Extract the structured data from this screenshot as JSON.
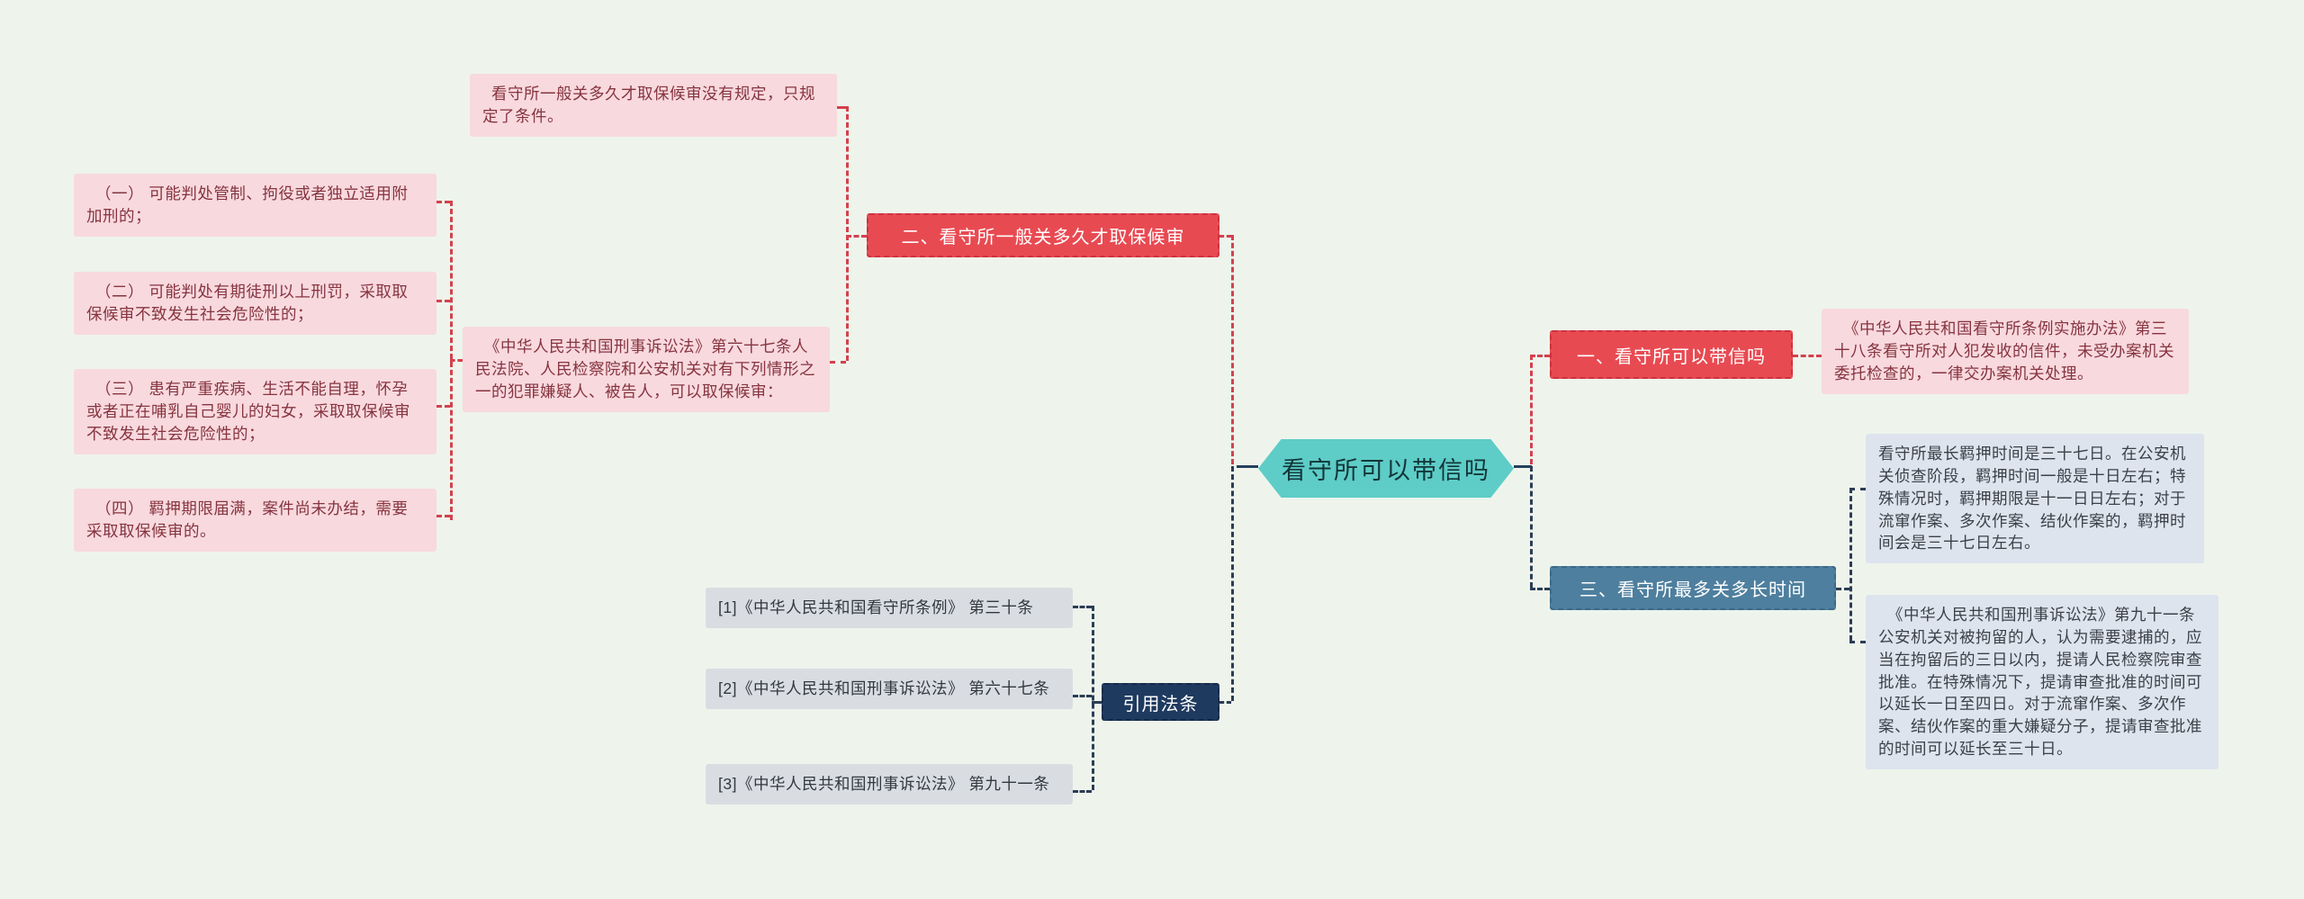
{
  "center": {
    "label": "看守所可以带信吗"
  },
  "branch_letters": {
    "node_label": "一、看守所可以带信吗",
    "law": "《中华人民共和国看守所条例实施办法》第三十八条看守所对人犯发收的信件，未受办案机关委托检查的，一律交办案机关处理。"
  },
  "branch_bail": {
    "node_label": "二、看守所一般关多久才取保候审",
    "note": "看守所一般关多久才取保候审没有规定，只规定了条件。",
    "law": "《中华人民共和国刑事诉讼法》第六十七条人民法院、人民检察院和公安机关对有下列情形之一的犯罪嫌疑人、被告人，可以取保候审：",
    "conditions": [
      "（一） 可能判处管制、拘役或者独立适用附加刑的；",
      "（二） 可能判处有期徒刑以上刑罚，采取取保候审不致发生社会危险性的；",
      "（三） 患有严重疾病、生活不能自理，怀孕或者正在哺乳自己婴儿的妇女，采取取保候审不致发生社会危险性的；",
      "（四） 羁押期限届满，案件尚未办结，需要采取取保候审的。"
    ]
  },
  "branch_duration": {
    "node_label": "三、看守所最多关多长时间",
    "answer": "看守所最长羁押时间是三十七日。在公安机关侦查阶段，羁押时间一般是十日左右；特殊情况时，羁押期限是十一日日左右；对于流窜作案、多次作案、结伙作案的，羁押时间会是三十七日左右。",
    "law": "《中华人民共和国刑事诉讼法》第九十一条公安机关对被拘留的人，认为需要逮捕的，应当在拘留后的三日以内，提请人民检察院审查批准。在特殊情况下，提请审查批准的时间可以延长一日至四日。对于流窜作案、多次作案、结伙作案的重大嫌疑分子，提请审查批准的时间可以延长至三十日。"
  },
  "citations": {
    "node_label": "引用法条",
    "items": [
      "[1]《中华人民共和国看守所条例》 第三十条",
      "[2]《中华人民共和国刑事诉讼法》 第六十七条",
      "[3]《中华人民共和国刑事诉讼法》 第九十一条"
    ]
  },
  "colors": {
    "canvas_bg": "#eef4ec",
    "topic_red": "#e84a52",
    "center_teal": "#5eccc7",
    "topic_steel_blue": "#4e7f9e",
    "topic_navy": "#1f3a5f",
    "note_pink_bg": "#f8d9de",
    "note_pink_text": "#86343f",
    "note_bluegray_bg": "#dde4ed",
    "note_gray_bg": "#d9dde2",
    "connector_red": "#d4414d",
    "connector_dark": "#2b3d55"
  }
}
